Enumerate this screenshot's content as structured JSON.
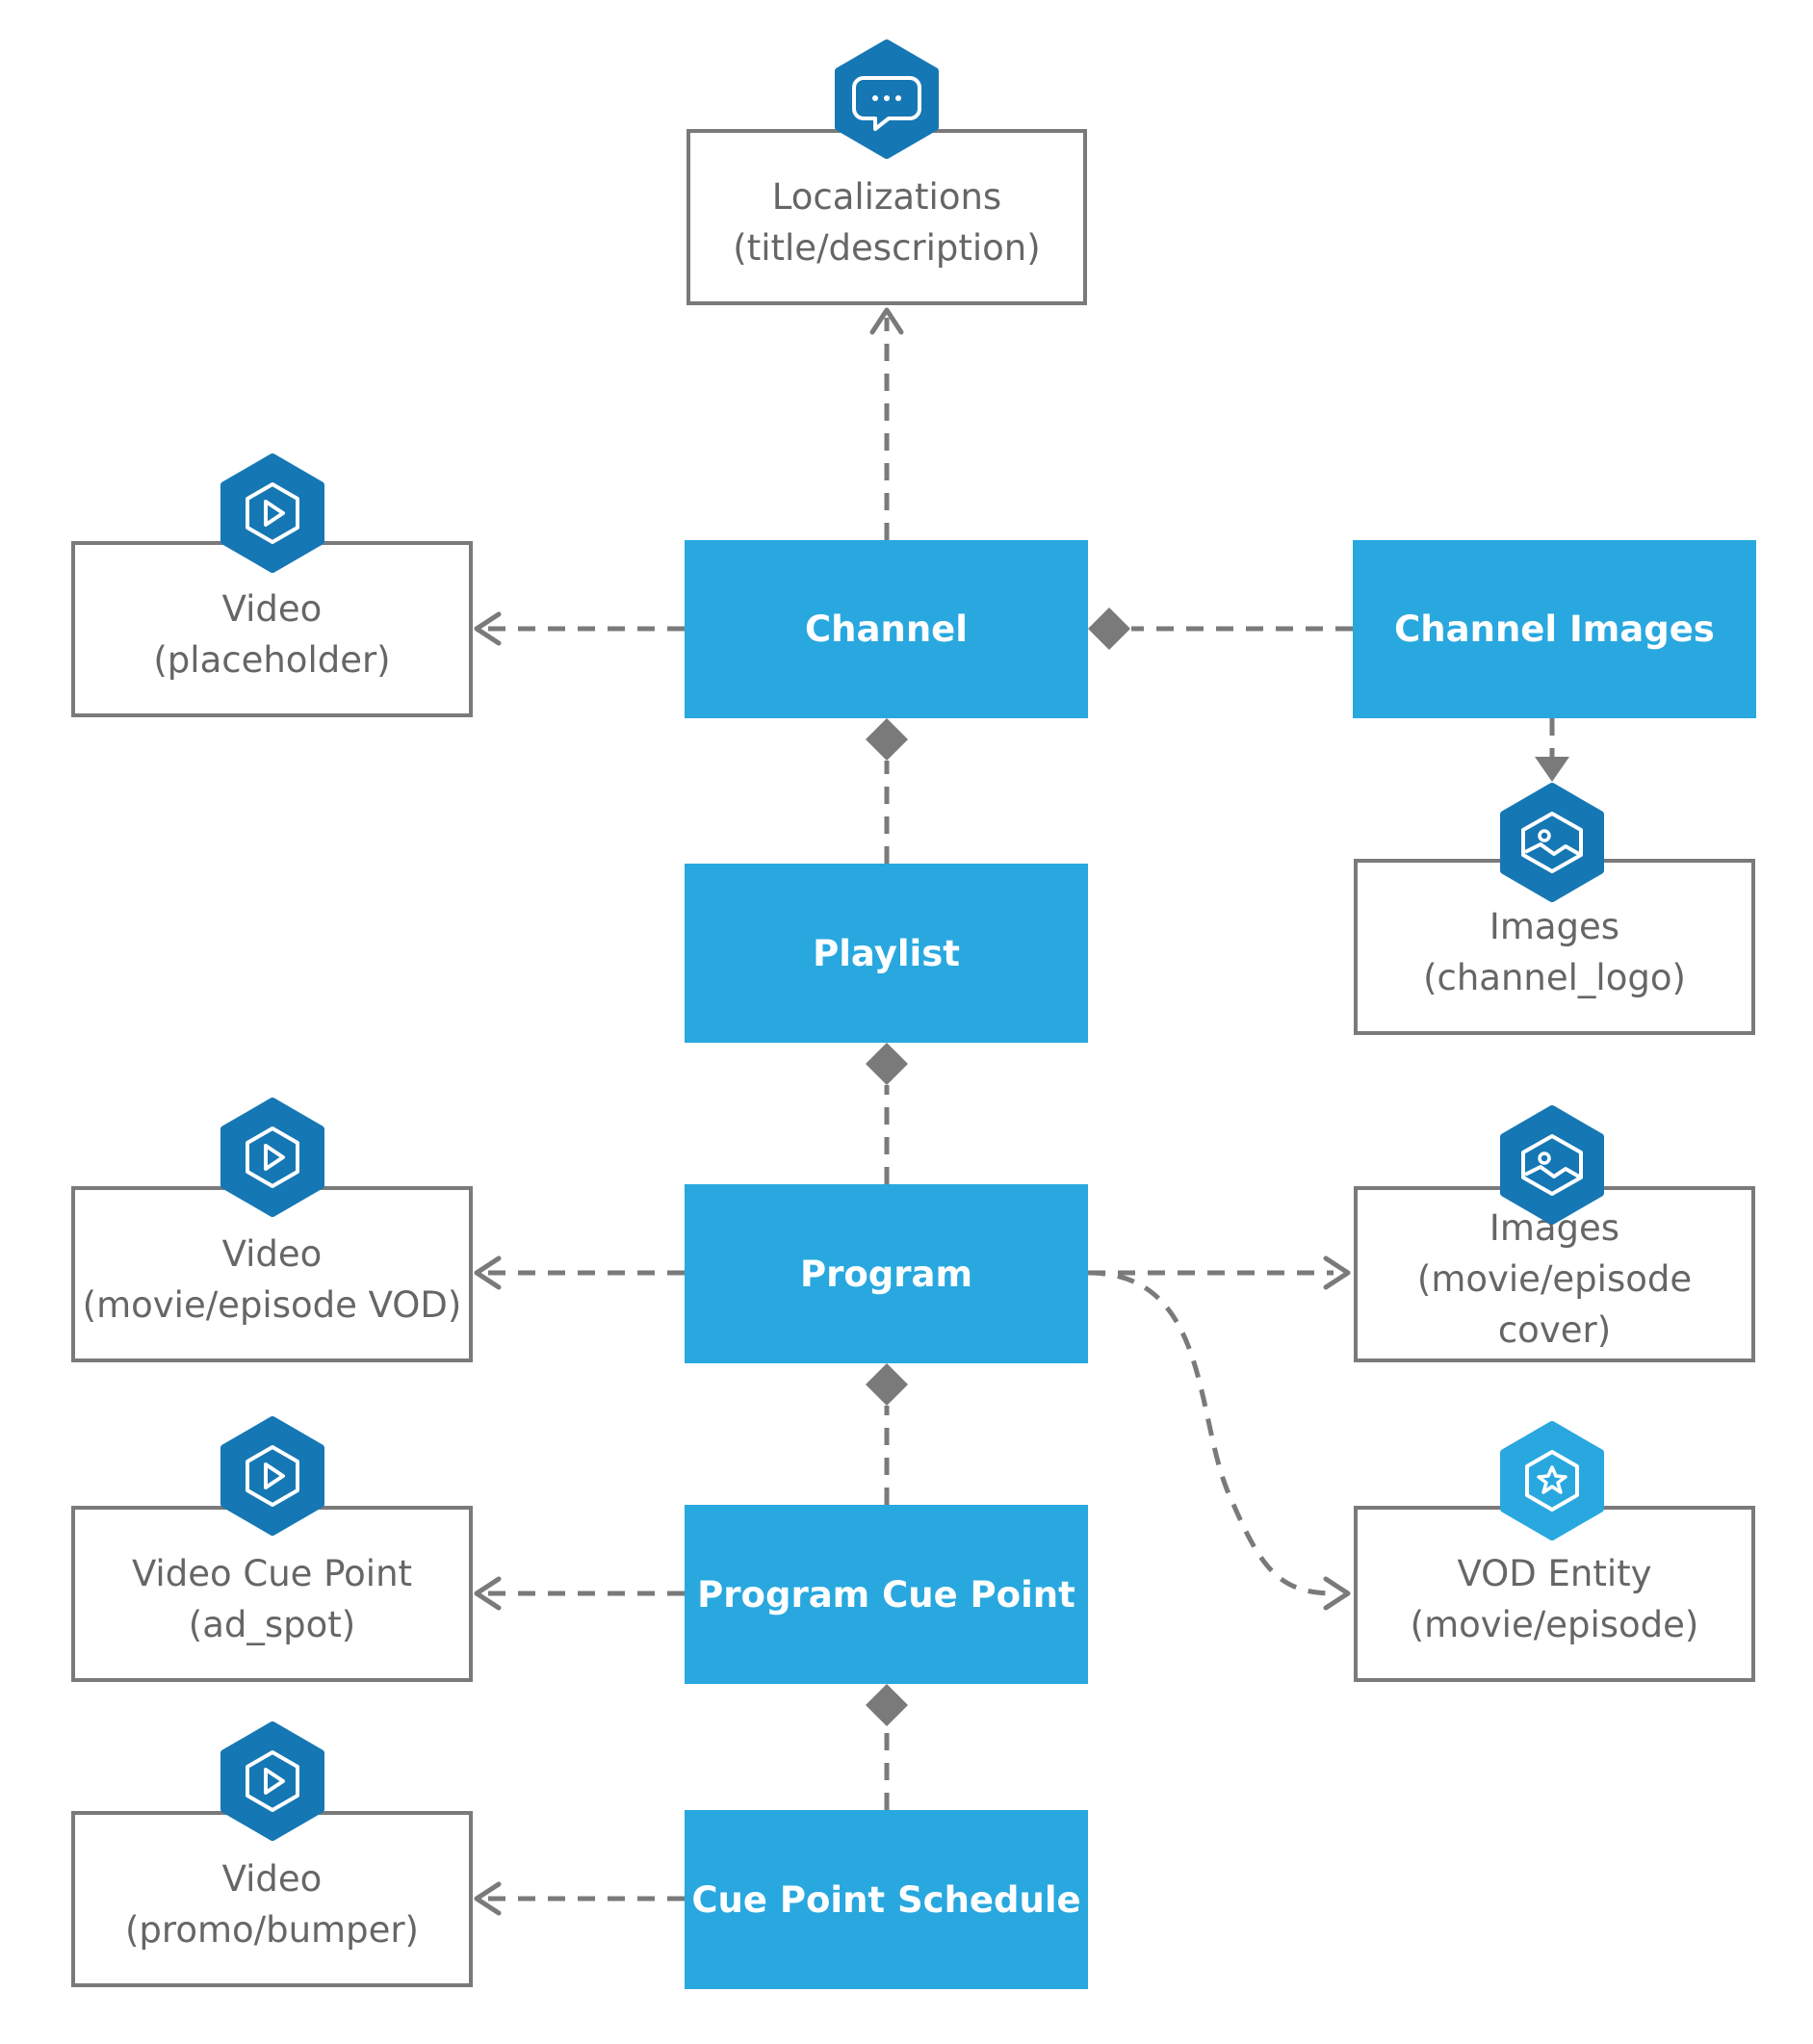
{
  "colors": {
    "entity_fill": "#29a8df",
    "hex_dark": "#1577b4",
    "hex_light": "#29a8df",
    "connector": "#7a7a7a",
    "ext_text": "#666666"
  },
  "entities": {
    "channel": "Channel",
    "channel_images": "Channel Images",
    "playlist": "Playlist",
    "program": "Program",
    "program_cue_point": "Program Cue Point",
    "cue_point_schedule": "Cue Point Schedule"
  },
  "externals": {
    "localizations": {
      "line1": "Localizations",
      "line2": "(title/description)",
      "icon": "chat-bubble-icon"
    },
    "video_placeholder": {
      "line1": "Video",
      "line2": "(placeholder)",
      "icon": "play-icon"
    },
    "images_channel_logo": {
      "line1": "Images",
      "line2": "(channel_logo)",
      "icon": "image-icon"
    },
    "video_movie_episode": {
      "line1": "Video",
      "line2": "(movie/episode VOD)",
      "icon": "play-icon"
    },
    "images_cover": {
      "line1": "Images",
      "line2": "(movie/episode cover)",
      "icon": "image-icon"
    },
    "video_cue_point": {
      "line1": "Video Cue Point",
      "line2": "(ad_spot)",
      "icon": "play-icon"
    },
    "vod_entity": {
      "line1": "VOD Entity",
      "line2": "(movie/episode)",
      "icon": "star-icon"
    },
    "video_promo": {
      "line1": "Video",
      "line2": "(promo/bumper)",
      "icon": "play-icon"
    }
  }
}
